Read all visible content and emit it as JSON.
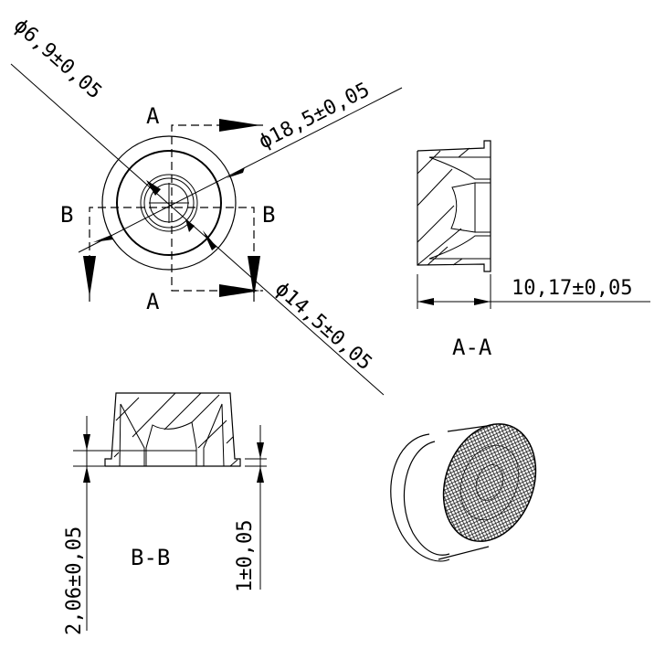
{
  "drawing": {
    "dimensions": {
      "inner_diameter": "ϕ6,9±0,05",
      "outer_diameter": "ϕ18,5±0,05",
      "mid_diameter": "ϕ14,5±0,05",
      "height": "10,17±0,05",
      "base_height": "2,06±0,05",
      "flange_thickness": "1±0,05"
    },
    "section_marks": {
      "a_top": "A",
      "a_bottom": "A",
      "b_left": "B",
      "b_right": "B"
    },
    "section_titles": {
      "aa": "A-A",
      "bb": "B-B"
    }
  }
}
